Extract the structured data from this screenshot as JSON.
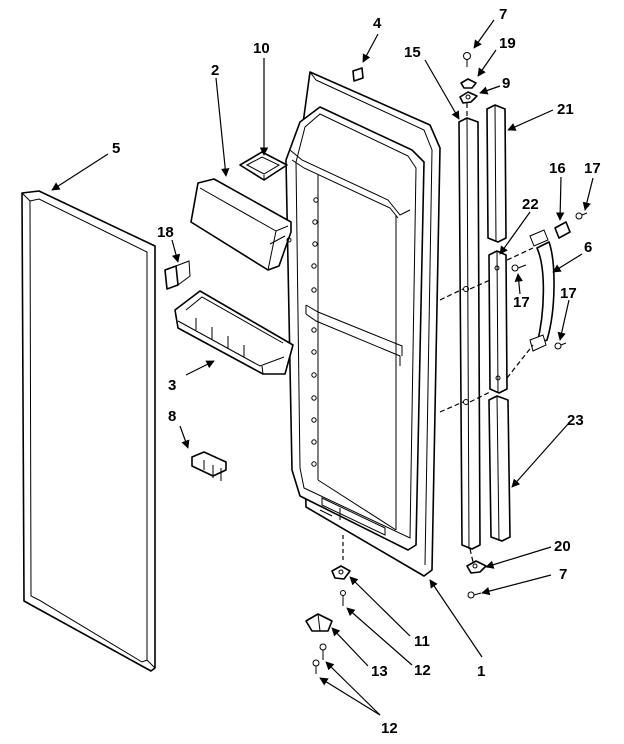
{
  "callouts": {
    "c1": "1",
    "c2": "2",
    "c3": "3",
    "c4": "4",
    "c5": "5",
    "c6": "6",
    "c7a": "7",
    "c7b": "7",
    "c8": "8",
    "c9": "9",
    "c10": "10",
    "c11": "11",
    "c12a": "12",
    "c12b": "12",
    "c13": "13",
    "c15": "15",
    "c16": "16",
    "c17a": "17",
    "c17b": "17",
    "c17c": "17",
    "c18": "18",
    "c19": "19",
    "c20": "20",
    "c21": "21",
    "c22": "22",
    "c23": "23"
  }
}
